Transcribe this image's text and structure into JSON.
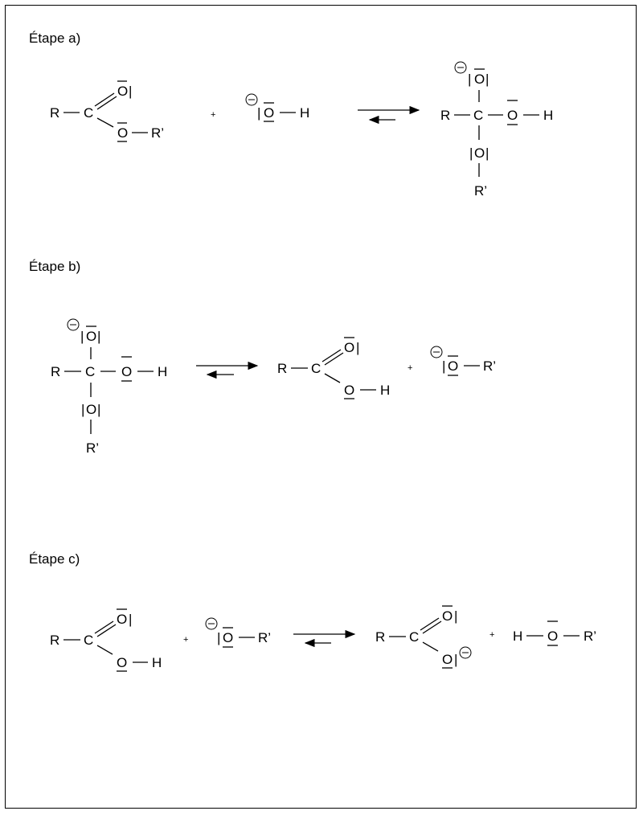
{
  "steps": [
    {
      "title": "Étape a)"
    },
    {
      "title": "Étape b)"
    },
    {
      "title": "Étape c)"
    }
  ],
  "atoms": {
    "R": "R",
    "C": "C",
    "O": "O",
    "H": "H",
    "R_prime": "R’",
    "lone_pair_bar": "|",
    "plus": "+"
  }
}
